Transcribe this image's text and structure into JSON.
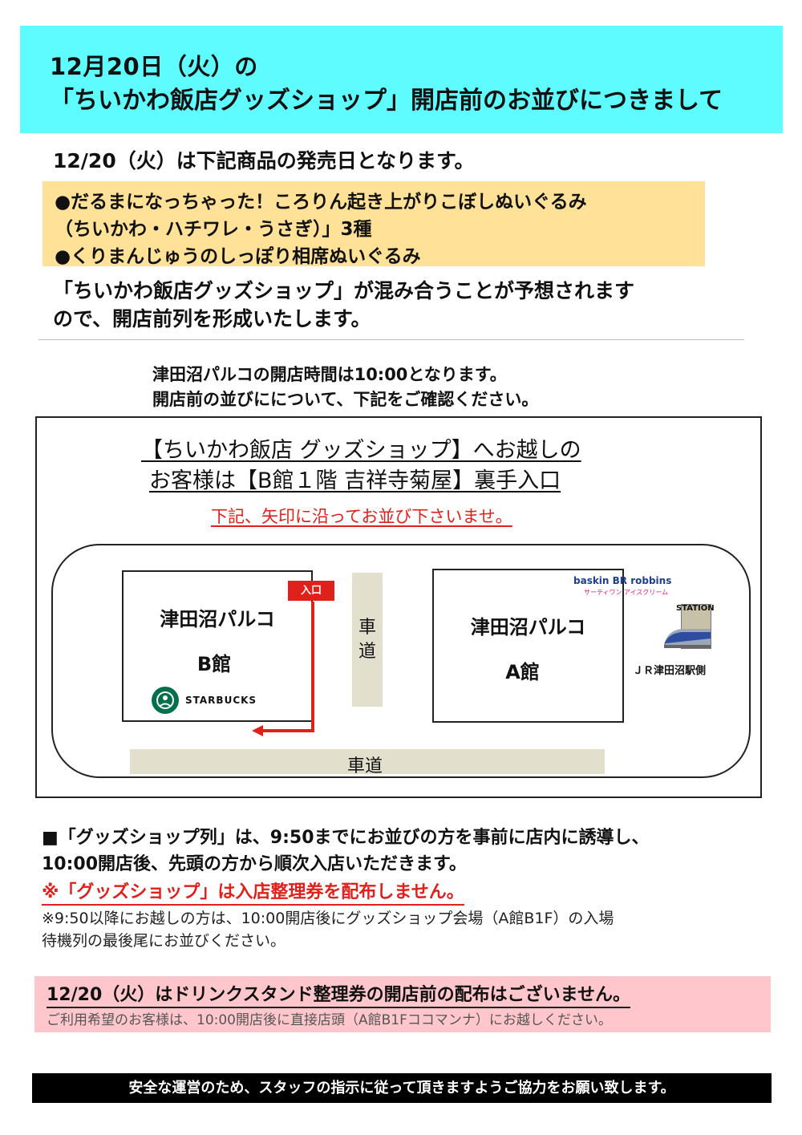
{
  "header": {
    "line1": "12月20日（火）の",
    "line2": "「ちいかわ飯店グッズショップ」開店前のお並びにつきまして"
  },
  "release": {
    "intro": "12/20（火）は下記商品の発売日となります。",
    "products": [
      "●だるまになっちゃった！ころりん起き上がりこぼしぬいぐるみ",
      "（ちいかわ・ハチワレ・うさぎ）」3種",
      "●くりまんじゅうのしっぽり相席ぬいぐるみ"
    ]
  },
  "crowd_notice": {
    "line1": "「ちいかわ飯店グッズショップ」が混み合うことが予想されます",
    "line2": "ので、開店前列を形成いたします。"
  },
  "hours": {
    "line1": "津田沼パルコの開店時間は10:00となります。",
    "line2": "開店前の並びにについて、下記をご確認ください。"
  },
  "map": {
    "title_line1": "【ちいかわ飯店 グッズショップ】へお越しの",
    "title_line2": "お客様は【B館１階 吉祥寺菊屋】裏手入口",
    "instruction": "下記、矢印に沿ってお並び下さいませ。",
    "building_b": {
      "name": "津田沼パルコ",
      "wing": "B館",
      "logo_text": "STARBUCKS"
    },
    "building_a": {
      "name": "津田沼パルコ",
      "wing": "A館",
      "logo_top": "baskin BR robbins",
      "logo_bottom": "サーティワン アイスクリーム"
    },
    "entrance": "入口",
    "road_vertical": "車道",
    "road_horizontal": "車道",
    "station_sign": "STATION",
    "station_label": "ＪＲ津田沼駅側",
    "colors": {
      "arrow": "#e0201b",
      "road": "#e3dfcd",
      "starbucks_green": "#00704a"
    }
  },
  "queue_info": {
    "line1": "■「グッズショップ列」は、9:50までにお並びの方を事前に店内に誘導し、",
    "line2": "10:00開店後、先頭の方から順次入店いただきます。",
    "red_notice": "※「グッズショップ」は入店整理券を配布しません。",
    "note_line1": "※9:50以降にお越しの方は、10:00開店後にグッズショップ会場（A館B1F）の入場",
    "note_line2": "待機列の最後尾にお並びください。"
  },
  "drink": {
    "head": "12/20（火）はドリンクスタンド整理券の開店前の配布はございません。",
    "note": "ご利用希望のお客様は、10:00開店後に直接店頭（A館B1Fココマンナ）にお越しください。"
  },
  "footer": "安全な運営のため、スタッフの指示に従って頂きますようご協力をお願い致します。"
}
